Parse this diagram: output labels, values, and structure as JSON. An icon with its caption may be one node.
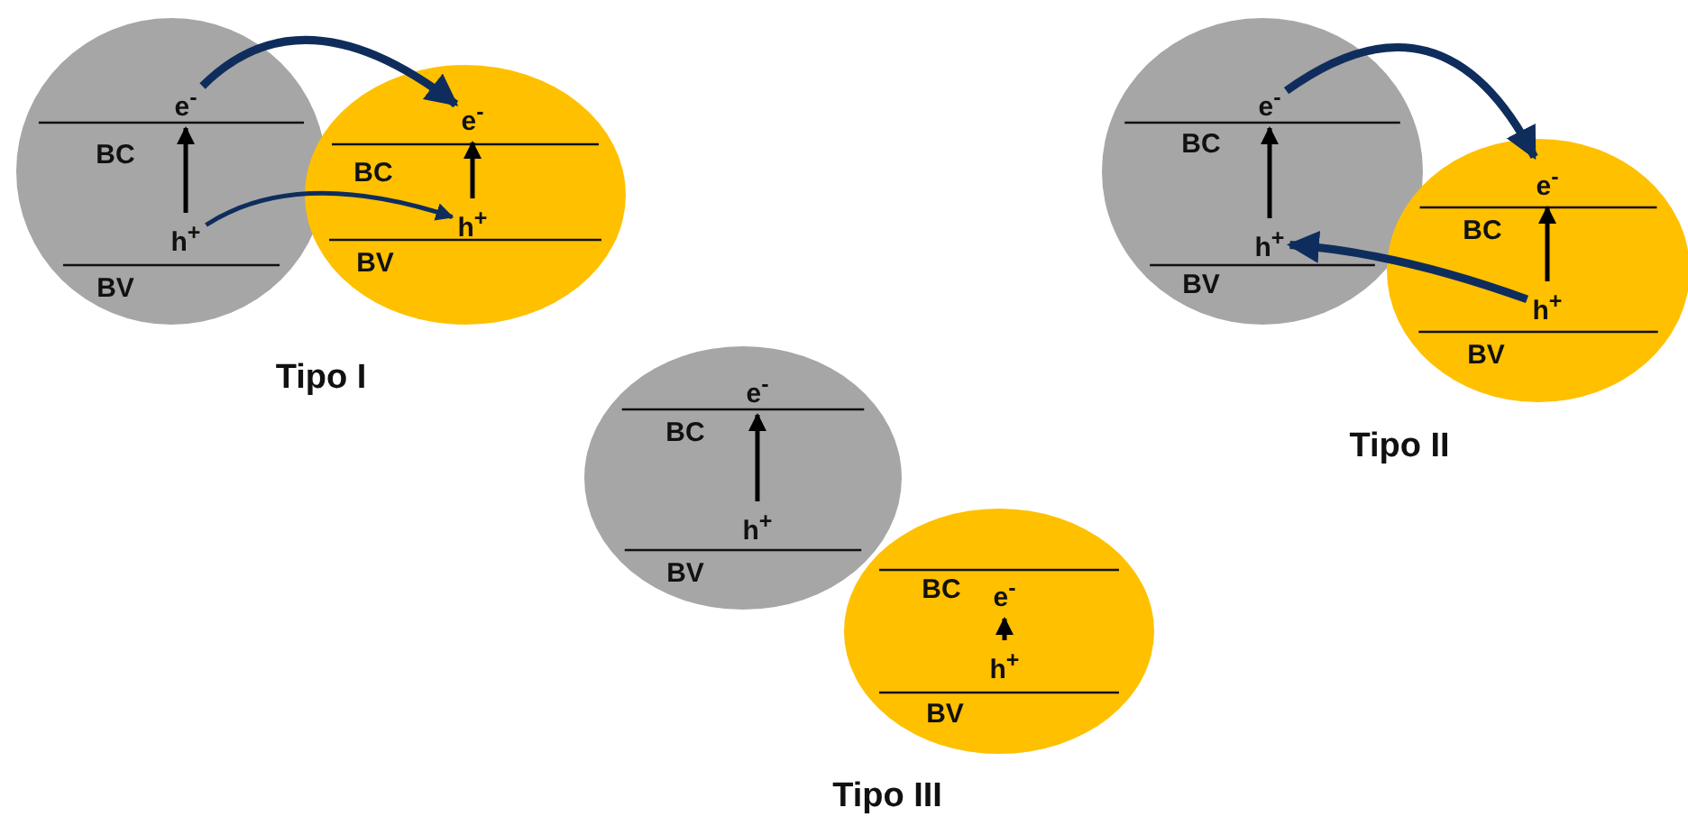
{
  "diagram": {
    "nodes": [
      {
        "text": [
          "BC",
          "BV"
        ]
      },
      {
        "text": [
          "e$^{-}$"
        ],
        "in": 0
      },
      {
        "text": [
          "h$^{+}$"
        ],
        "in": 0
      },
      {
        "text": [
          "BC",
          "BV"
        ]
      },
      {
        "text": [
          "e$^{-}$"
        ],
        "in": 3
      },
      {
        "text": [
          "h$^{+}$"
        ],
        "in": 3
      },
      {
        "text": [
          "BC",
          "BV"
        ]
      },
      {
        "text": [
          "e$^{-}$"
        ],
        "in": 6
      },
      {
        "text": [
          "h$^{+}$"
        ],
        "in": 6
      },
      {
        "text": [
          "BC",
          "BV"
        ]
      },
      {
        "text": [
          "e$^{-}$"
        ],
        "in": 9
      },
      {
        "text": [
          "h$^{+}$"
        ],
        "in": 9
      },
      {
        "text": [
          "BC",
          "BV"
        ]
      },
      {
        "text": [
          "e$^{-}$"
        ],
        "in": 12
      },
      {
        "text": [
          "h$^{+}$"
        ],
        "in": 12
      },
      {
        "text": [
          "BC",
          "BV"
        ]
      },
      {
        "text": [
          "e$^{-}$"
        ],
        "in": 15
      },
      {
        "text": [
          "h$^{+}$"
        ],
        "in": 15
      }
    ],
    "edges": [
      {
        "from": 2,
        "to": 1,
        "arrow": "to"
      },
      {
        "from": 5,
        "to": 4,
        "arrow": "to"
      },
      {
        "from": 8,
        "to": 7,
        "arrow": "to"
      },
      {
        "from": 11,
        "to": 10,
        "arrow": "to"
      },
      {
        "from": 14,
        "to": 13,
        "arrow": "to"
      },
      {
        "from": 17,
        "to": 16,
        "arrow": "to"
      },
      {
        "from": 1,
        "to": 4,
        "arrow": "to",
        "style": "thick",
        "color": "#0f2d5c"
      },
      {
        "from": 2,
        "to": 5,
        "arrow": "to",
        "color": "#0f2d5c"
      },
      {
        "from": 7,
        "to": 10,
        "arrow": "to",
        "style": "thick",
        "color": "#0f2d5c"
      },
      {
        "from": 11,
        "to": 8,
        "arrow": "to",
        "style": "thick",
        "color": "#0f2d5c"
      }
    ],
    "labels": [
      "Tipo I",
      "Tipo II",
      "Tipo III"
    ]
  }
}
